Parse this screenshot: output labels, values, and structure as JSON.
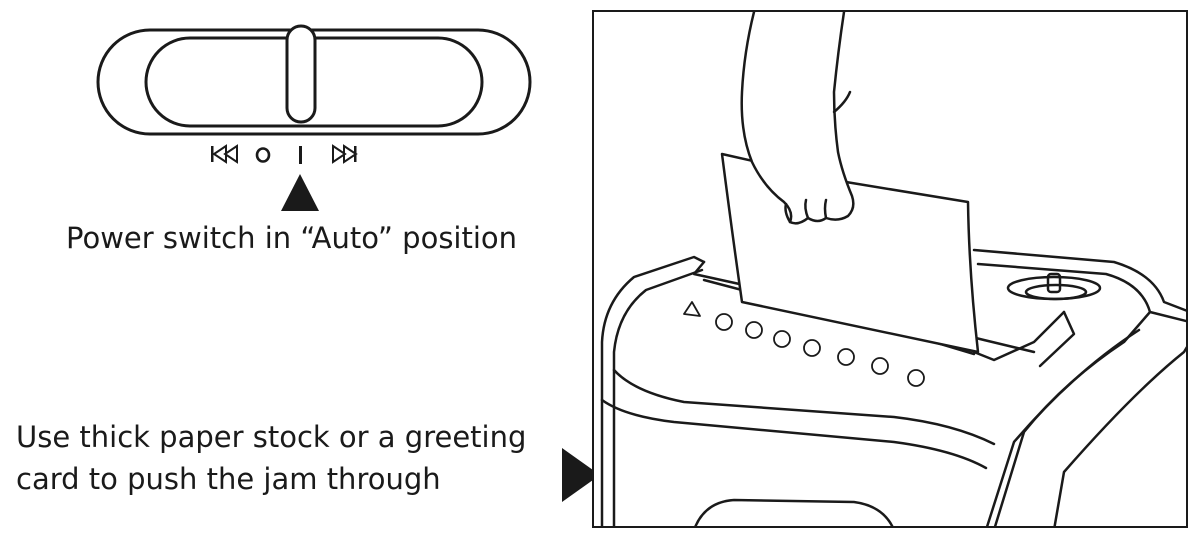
{
  "switch": {
    "caption": "Power switch in “Auto” position",
    "positions": [
      {
        "icon": "reverse-icon",
        "symbol": "⏮"
      },
      {
        "icon": "off-icon",
        "symbol": "O"
      },
      {
        "icon": "auto-icon",
        "symbol": "|"
      },
      {
        "icon": "forward-icon",
        "symbol": "⏭"
      }
    ],
    "selected": "auto-icon"
  },
  "instruction": {
    "line1": "Use thick paper stock or a greeting",
    "line2": "card to push the jam through"
  },
  "colors": {
    "line": "#1a1a1a",
    "background": "#ffffff"
  }
}
